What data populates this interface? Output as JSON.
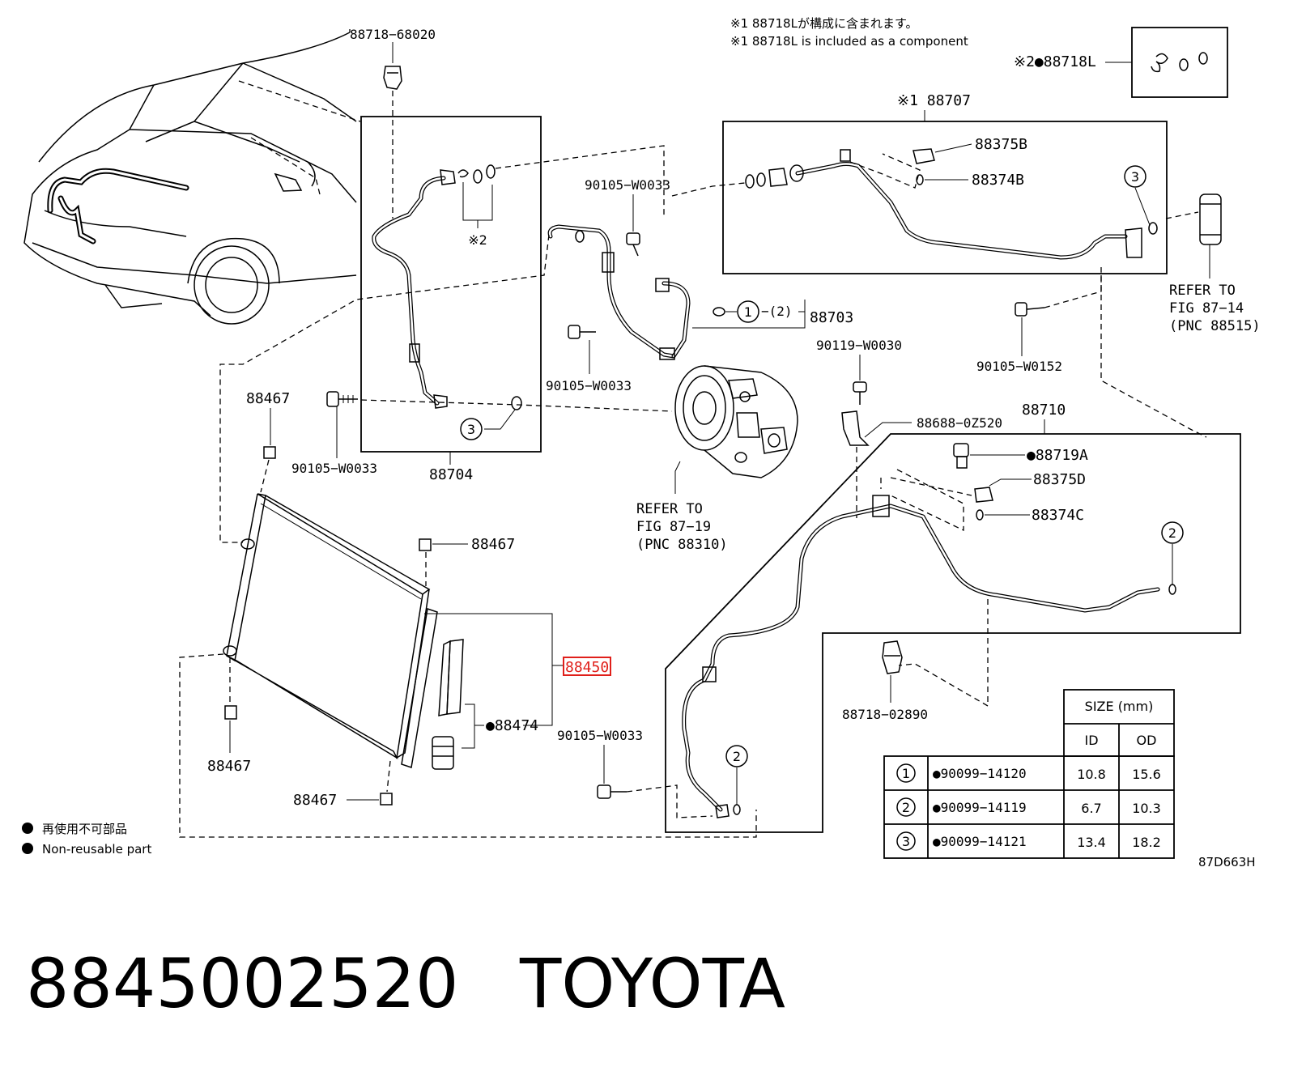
{
  "notes": {
    "component_jp": "※1 88718Lが構成に含まれます。",
    "component_en": "※1 88718L is included as a component",
    "note2_label": "※2●88718L",
    "note2_mark": "※2"
  },
  "parts": {
    "p88718_68020": "88718−68020",
    "p88707": "※1 88707",
    "p88375B": "88375B",
    "p88374B": "88374B",
    "p90105_W0033_top": "90105−W0033",
    "p88703": "88703",
    "p88703_seq": "−(2)",
    "p90105_W0033_mid": "90105−W0033",
    "p90119_W0030": "90119−W0030",
    "p90105_W0152": "90105−W0152",
    "p88467_a": "88467",
    "p90105_W0033_left": "90105−W0033",
    "p88704": "88704",
    "p88688_0Z520": "88688−0Z520",
    "p88710": "88710",
    "p88719A": "●88719A",
    "p88375D": "88375D",
    "p88374C": "88374C",
    "p88467_b": "88467",
    "p88450": "88450",
    "p88474": "●88474",
    "p90105_W0033_bot": "90105−W0033",
    "p88718_02890": "88718−02890",
    "p88467_c": "88467",
    "p88467_d": "88467"
  },
  "refs": {
    "fig87_14": [
      "REFER TO",
      "FIG 87−14",
      "(PNC 88515)"
    ],
    "fig87_19": [
      "REFER TO",
      "FIG 87−19",
      "(PNC 88310)"
    ]
  },
  "circles": {
    "c1": "1",
    "c2": "2",
    "c3": "3"
  },
  "legend": {
    "jp": "再使用不可部品",
    "en": "Non-reusable part"
  },
  "size_table": {
    "header": "SIZE (mm)",
    "col_id": "ID",
    "col_od": "OD",
    "rows": [
      {
        "mark": "1",
        "part": "●90099−14120",
        "id": "10.8",
        "od": "15.6"
      },
      {
        "mark": "2",
        "part": "●90099−14119",
        "id": "6.7",
        "od": "10.3"
      },
      {
        "mark": "3",
        "part": "●90099−14121",
        "id": "13.4",
        "od": "18.2"
      }
    ]
  },
  "figure_code": "87D663H",
  "caption": {
    "part_number": "8845002520",
    "brand": "TOYOTA"
  },
  "highlight_color": "#e0201b"
}
